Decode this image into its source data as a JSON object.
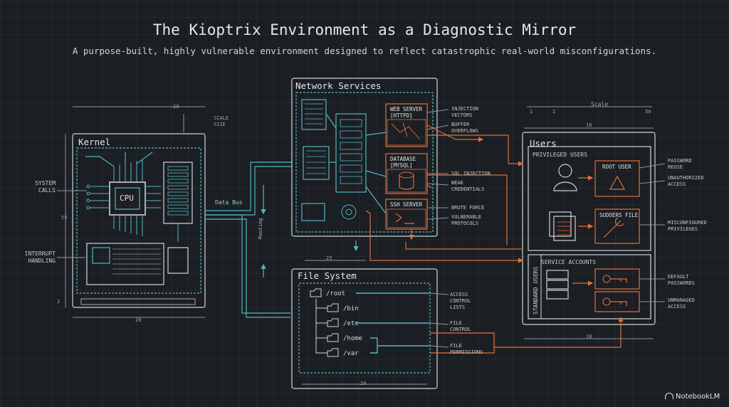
{
  "title": "The Kioptrix Environment as a Diagnostic Mirror",
  "subtitle": "A purpose-built, highly vulnerable environment designed to reflect catastrophic real-world misconfigurations.",
  "brand": "NotebookLM",
  "kernel": {
    "title": "Kernel",
    "cpu_label": "CPU",
    "left_labels": [
      "SYSTEM\nCALLS",
      "INTERRUPT\nHANDLING"
    ],
    "dims": {
      "top": "20",
      "bottom": "20",
      "side": "55",
      "small": "2",
      "scale": "SCALE\nSIZE"
    }
  },
  "bus": {
    "data_bus": "Data Bus",
    "routing": "Routing"
  },
  "network": {
    "title": "Network Services",
    "services": [
      {
        "label": "WEB SERVER\n[HTTPD]",
        "notes": [
          "INJECTION\nVECTORS",
          "BUFFER\nOVERFLOWS"
        ]
      },
      {
        "label": "DATABASE\n[MYSQL]",
        "notes": [
          "SQL INJECTION",
          "WEAK\nCREDENTIALS"
        ]
      },
      {
        "label": "SSH SERVER",
        "notes": [
          "BRUTE FORCE",
          "VULNERABLE\nPROTOCOLS"
        ]
      }
    ],
    "dim_bottom": "25"
  },
  "filesystem": {
    "title": "File System",
    "dirs": [
      "/root",
      "/bin",
      "/etc",
      "/home",
      "/var"
    ],
    "notes": [
      "ACCESS\nCONTROL\nLISTS",
      "FILE\nCONTROL",
      "FILE\nPERMISSIONS"
    ],
    "dim_bottom": "20"
  },
  "users": {
    "title": "Users",
    "privileged_title": "PRIVILEGED USERS",
    "root_user": "ROOT USER",
    "sudoers": "SUDOERS FILE",
    "service_title": "SERVICE ACCOUNTS",
    "standard_users": "STANDARD USERS",
    "notes": [
      "PASSWORD\nREUSE",
      "UNAUTHORIZED\nACCESS",
      "MISCONFIGURED\nPRIVILEGES",
      "DEFAULT\nPASSWORDS",
      "UNMANAGED\nACCESS"
    ],
    "dims": {
      "top": "10",
      "bottom": "10",
      "scale": "Scale",
      "ticks": [
        "1",
        "2",
        "5m"
      ]
    }
  },
  "colors": {
    "teal": "#4fb8c0",
    "orange": "#e0703a",
    "panel_stroke": "#cfd4d8"
  }
}
